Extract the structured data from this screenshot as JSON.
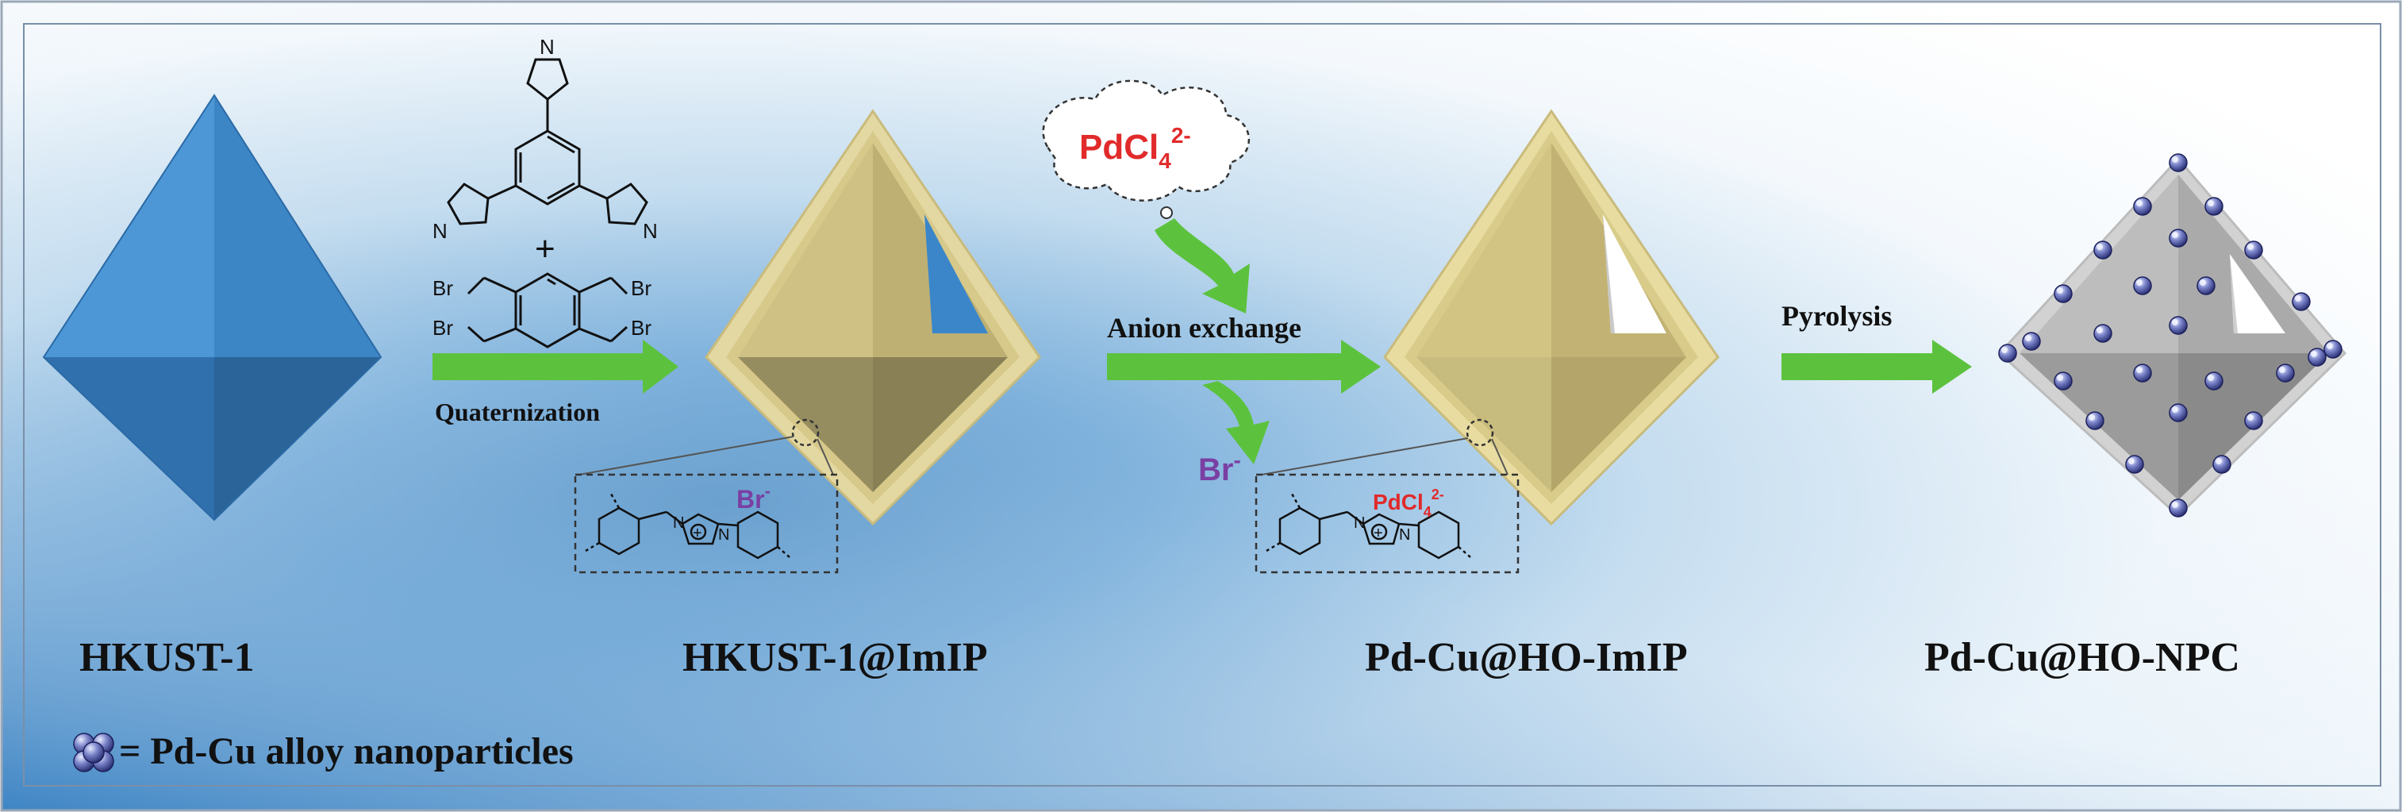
{
  "stages": [
    {
      "label": "HKUST-1"
    },
    {
      "label": "HKUST-1@ImIP"
    },
    {
      "label": "Pd-Cu@HO-ImIP"
    },
    {
      "label": "Pd-Cu@HO-NPC"
    }
  ],
  "steps": {
    "quaternization": "Quaternization",
    "anion_exchange": "Anion exchange",
    "pyrolysis": "Pyrolysis"
  },
  "reagents": {
    "plus": "+",
    "br": "Br",
    "n": "N",
    "cloud_base": "PdCl",
    "cloud_sub": "4",
    "cloud_sup": "2-",
    "released_base": "Br",
    "released_sup": "-"
  },
  "insets": {
    "first_anion": "Br",
    "first_anion_sup": "-",
    "second_anion_base": "PdCl",
    "second_anion_sub": "4",
    "second_anion_sup": "2-",
    "plus_charge": "+",
    "n": "N"
  },
  "legend": {
    "text": "= Pd-Cu alloy nanoparticles"
  },
  "colors": {
    "octahedron_blue": "#3f87c4",
    "shell_tan": "#d6c98a",
    "arrow_green": "#5cc23e",
    "cloud_red": "#e12a2a",
    "bromide_purple": "#7a3fa3",
    "npc_gray": "#9b9b9b",
    "particle_navy": "#3a3f8a"
  }
}
